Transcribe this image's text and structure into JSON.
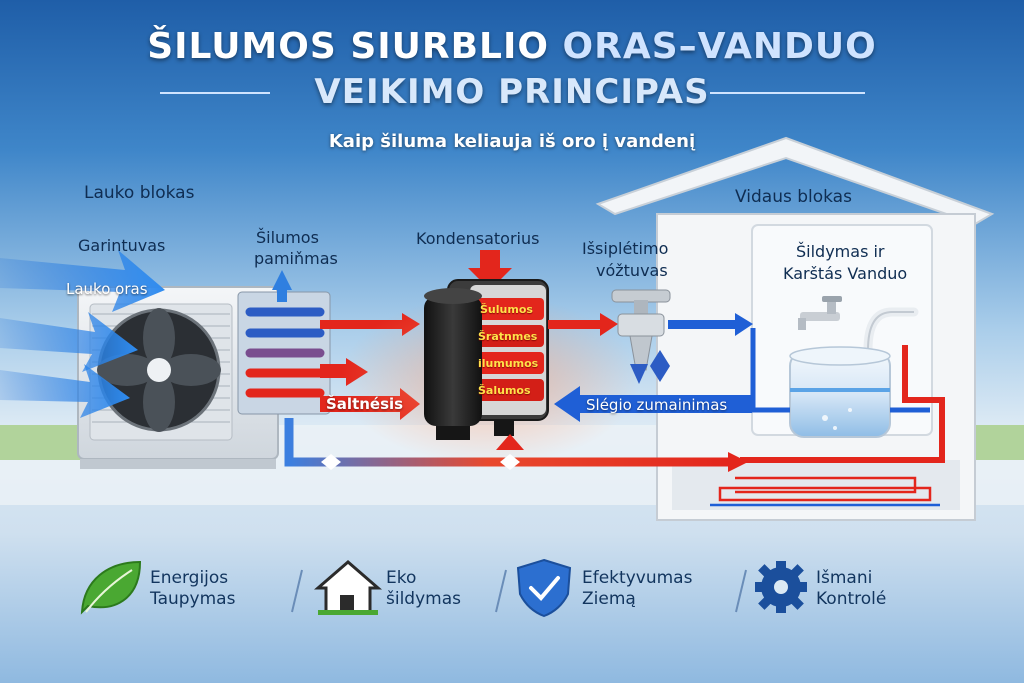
{
  "header": {
    "title_part1": "ŠILUMOS SIURBLIO ",
    "title_part2": "ORAS–VANDUO",
    "title_line2": "VEIKIMO PRINCIPAS",
    "subtitle": "Kaip šiluma keliauja iš oro į vandenį"
  },
  "outdoor": {
    "section_label": "Lauko blokas",
    "evaporator_label": "Garintuvas",
    "air_label": "Lauko oras",
    "exchanger_label_1": "Šilumos",
    "exchanger_label_2": "pamiňmas",
    "cold_label": "Šaltnésis"
  },
  "compressor": {
    "label": "Kondensatorius",
    "band_1": "Šulumos",
    "band_2": "Šratnmes",
    "band_3": "ilumumos",
    "band_4": "Šalumos"
  },
  "valve": {
    "label_1": "Išsiplétimo",
    "label_2": "vóžtuvas",
    "pressure_label": "Slégio zumainimas"
  },
  "indoor": {
    "section_label": "Vidaus blokas",
    "panel_label_1": "Šildymas ir",
    "panel_label_2": "Karštás Vanduo"
  },
  "features": [
    {
      "line1": "Energijos",
      "line2": "Taupymas",
      "icon": "leaf-icon"
    },
    {
      "line1": "Eko",
      "line2": "šildymas",
      "icon": "house-icon"
    },
    {
      "line1": "Efektyvumas",
      "line2": "Ziemą",
      "icon": "shield-check-icon"
    },
    {
      "line1": "Išmani",
      "line2": "Kontrolé",
      "icon": "gear-icon"
    }
  ],
  "colors": {
    "hot": "#e3261c",
    "cold": "#1f5fd6",
    "dark": "#1c1c1c",
    "accent_green": "#3f9b2a",
    "accent_blue": "#1b4f9c"
  }
}
